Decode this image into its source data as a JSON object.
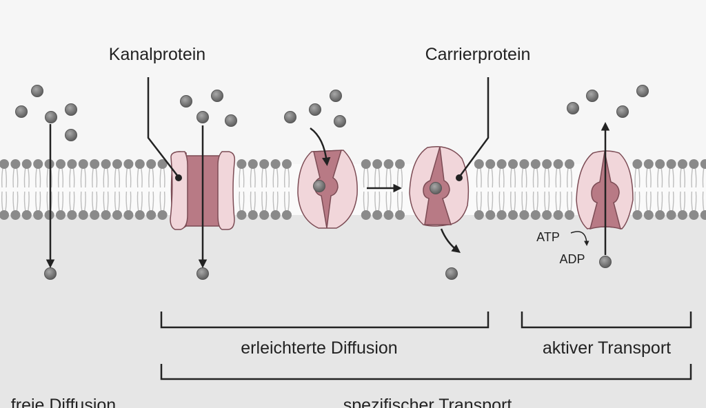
{
  "labels": {
    "channel_protein": "Kanalprotein",
    "carrier_protein": "Carrierprotein",
    "atp": "ATP",
    "adp": "ADP",
    "facilitated_diffusion": "erleichterte Diffusion",
    "active_transport": "aktiver Transport",
    "free_diffusion": "freie Diffusion",
    "specific_transport": "spezifischer Transport"
  },
  "colors": {
    "extracellular": "#f6f6f6",
    "intracellular": "#e6e6e6",
    "lipid_head": "#8a8a8a",
    "protein_light": "#f1d6da",
    "protein_dark": "#b87a85",
    "protein_outline": "#7b4b54",
    "particle": "#6e6e6e",
    "arrow": "#222222"
  }
}
